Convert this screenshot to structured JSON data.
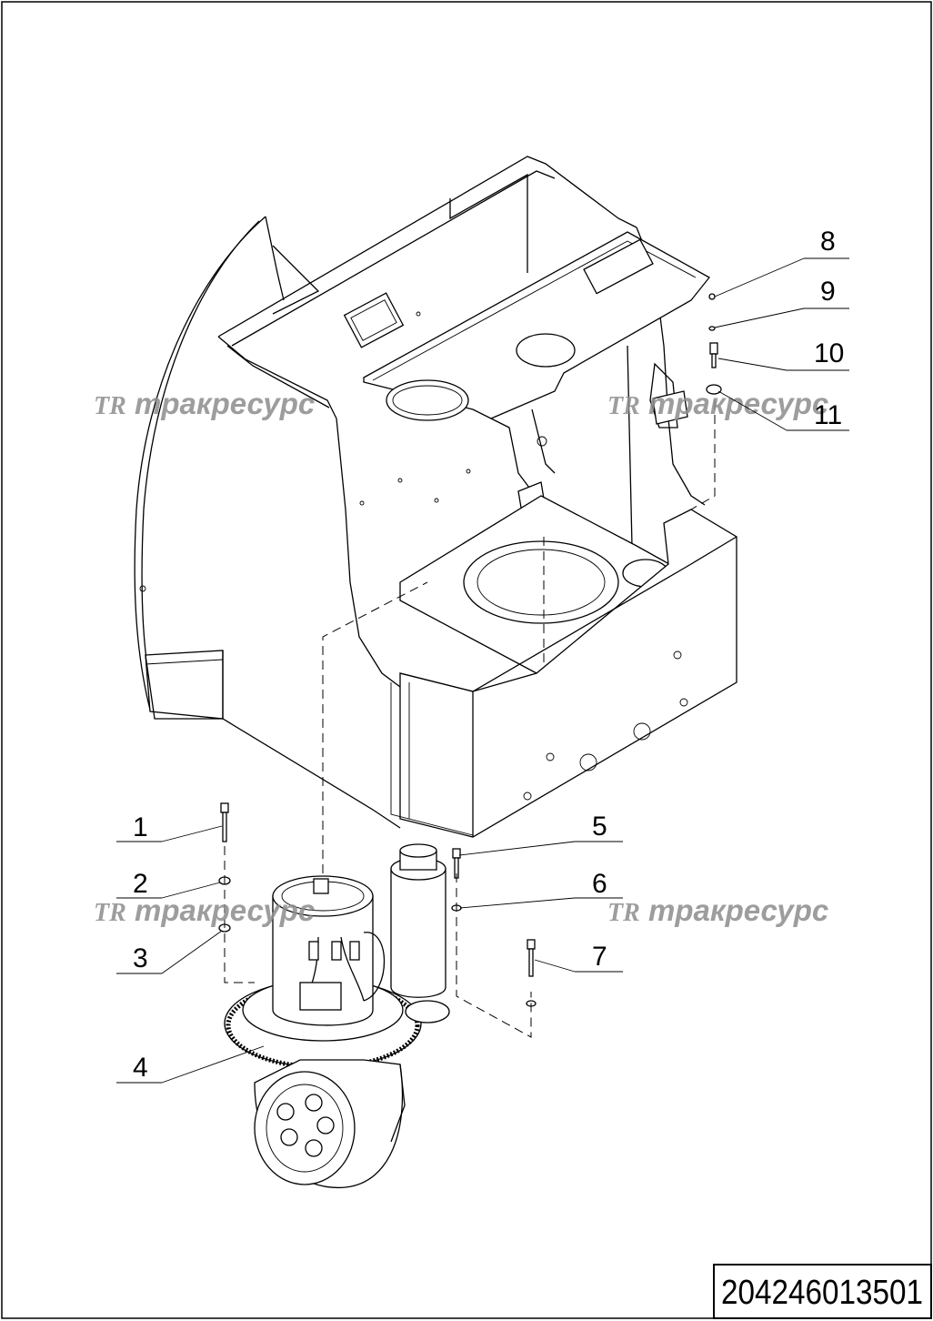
{
  "callouts": [
    {
      "id": "1",
      "label": "1"
    },
    {
      "id": "2",
      "label": "2"
    },
    {
      "id": "3",
      "label": "3"
    },
    {
      "id": "4",
      "label": "4"
    },
    {
      "id": "5",
      "label": "5"
    },
    {
      "id": "6",
      "label": "6"
    },
    {
      "id": "7",
      "label": "7"
    },
    {
      "id": "8",
      "label": "8"
    },
    {
      "id": "9",
      "label": "9"
    },
    {
      "id": "10",
      "label": "10"
    },
    {
      "id": "11",
      "label": "11"
    }
  ],
  "watermark": {
    "logo": "TR",
    "text": "тракресурс"
  },
  "document_number": "204246013501"
}
